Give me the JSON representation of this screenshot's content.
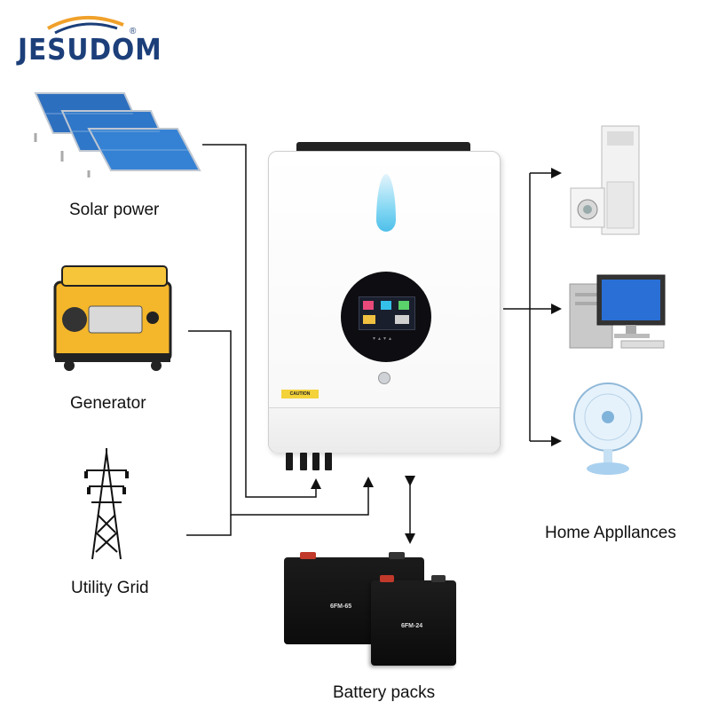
{
  "brand": {
    "name": "JESUDOM",
    "registered_mark": "®",
    "colors": {
      "brand": "#1c3f7a",
      "accent": "#f0a12a"
    }
  },
  "sources": [
    {
      "label": "Solar power",
      "icon": "solar-panel-icon"
    },
    {
      "label": "Generator",
      "icon": "generator-icon"
    },
    {
      "label": "Utility Grid",
      "icon": "power-tower-icon"
    }
  ],
  "inverter": {
    "caution_label": "CAUTION",
    "display": "lcd-display-icon"
  },
  "battery": {
    "label": "Battery packs",
    "big_model": "6FM-65",
    "small_model": "6FM-24"
  },
  "loads": {
    "label": "Home Appllances",
    "items": [
      {
        "icon": "air-conditioner-icon"
      },
      {
        "icon": "computer-icon"
      },
      {
        "icon": "fan-icon"
      }
    ]
  }
}
